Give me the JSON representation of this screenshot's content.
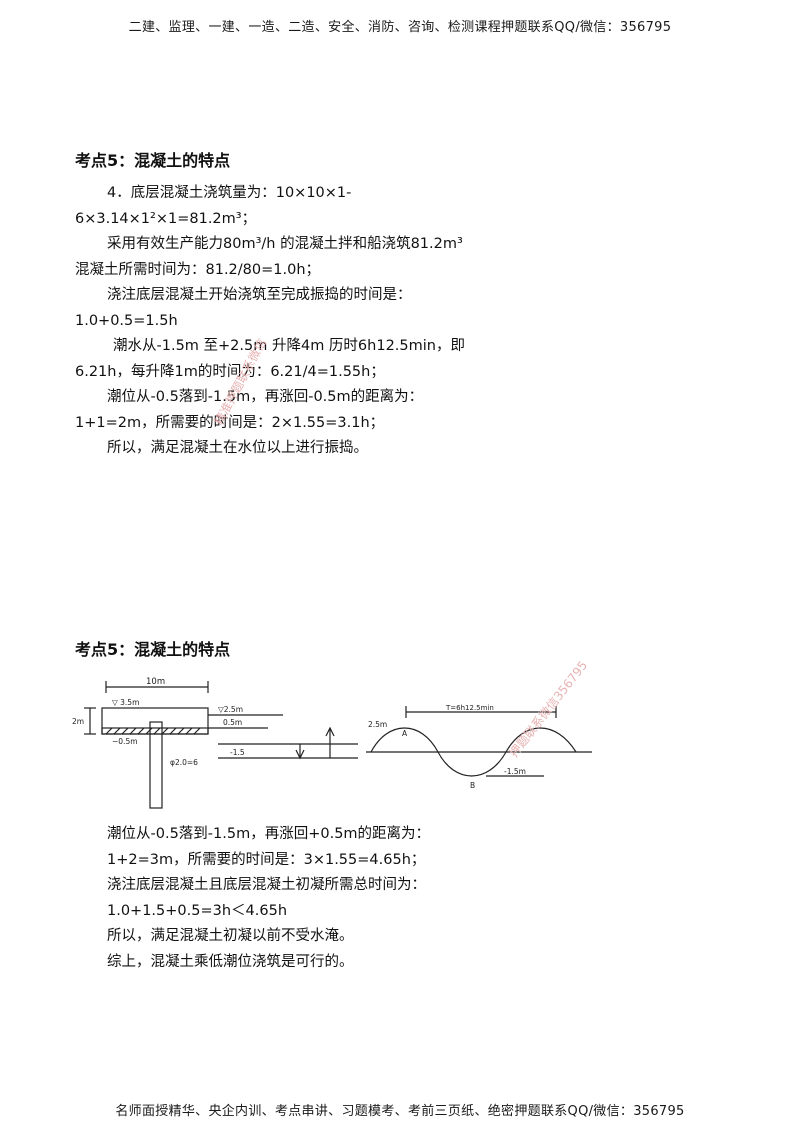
{
  "header": {
    "text": "二建、监理、一建、一造、二造、安全、消防、咨询、检测课程押题联系QQ/微信：356795"
  },
  "footer": {
    "text": "名师面授精华、央企内训、考点串讲、习题模考、考前三页纸、绝密押题联系QQ/微信：356795"
  },
  "section1": {
    "heading": "考点5：混凝土的特点",
    "lines": [
      "4．底层混凝土浇筑量为：10×10×1-",
      "6×3.14×1²×1=81.2m³；",
      "采用有效生产能力80m³/h 的混凝土拌和船浇筑81.2m³",
      "混凝土所需时间为：81.2/80=1.0h；",
      "浇注底层混凝土开始浇筑至完成振捣的时间是：",
      "1.0+0.5=1.5h",
      "潮水从-1.5m 至+2.5m 升降4m 历时6h12.5min，即",
      "6.21h，每升降1m的时间为：6.21/4=1.55h；",
      "潮位从-0.5落到-1.5m，再涨回-0.5m的距离为：",
      "1+1=2m，所需要的时间是：2×1.55=3.1h；",
      "所以，满足混凝土在水位以上进行振捣。"
    ]
  },
  "section2": {
    "heading": "考点5：混凝土的特点",
    "lines": [
      "潮位从-0.5落到-1.5m，再涨回+0.5m的距离为：",
      "1+2=3m，所需要的时间是：3×1.55=4.65h；",
      "浇注底层混凝土且底层混凝土初凝所需总时间为：",
      "1.0+1.5+0.5=3h＜4.65h",
      "所以，满足混凝土初凝以前不受水淹。",
      "综上，混凝土乘低潮位浇筑是可行的。"
    ]
  },
  "figure_left": {
    "width_label": "10m",
    "top_level": "▽ 3.5m",
    "level_a": "▽2.5m",
    "level_b": "0.5m",
    "level_c": "-1.5",
    "bottom_level": "−0.5m",
    "height_label": "2m",
    "pile_label": "φ2.0=6"
  },
  "figure_right": {
    "duration_label": "T=6h12.5min",
    "high_label": "2.5m",
    "low_label": "-1.5m",
    "point_a": "A",
    "point_b": "B"
  },
  "watermarks": {
    "wm1": "精准押题联系微信",
    "wm2": "押题联系微信356795"
  }
}
